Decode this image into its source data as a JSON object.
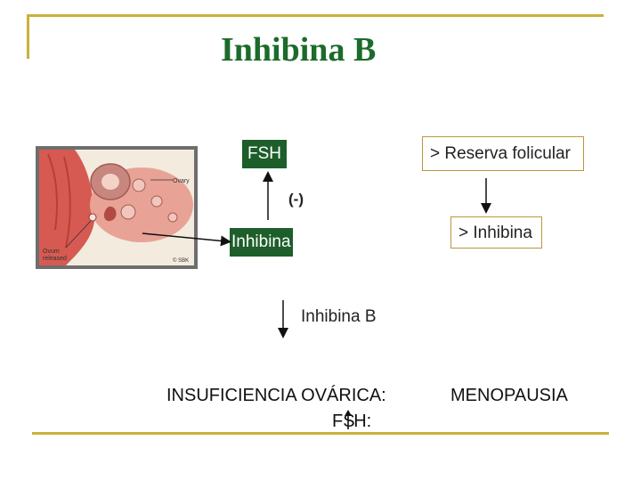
{
  "slide": {
    "title": "Inhibina B",
    "fsh_label": "FSH",
    "reserva_label": "> Reserva folicular",
    "negative_label": "(-)",
    "inhibina_left_label": "Inhibina",
    "inhibina_right_label": "> Inhibina",
    "inhibina_b_label": "Inhibina B",
    "insuficiencia_label": "INSUFICIENCIA OVÁRICA:",
    "menopausia_label": "MENOPAUSIA",
    "fsh_bottom_prefix": "F",
    "fsh_bottom_suffix": "H:"
  },
  "illustration": {
    "ovary_label": "Ovary",
    "ovum_label_line1": "Ovum",
    "ovum_label_line2": "released",
    "credit_label": "© SBK"
  },
  "colors": {
    "title_green": "#1b6b2a",
    "box_green": "#1d5e2a",
    "frame_gold": "#c9b23a",
    "box_border_gold": "#b8983a"
  }
}
